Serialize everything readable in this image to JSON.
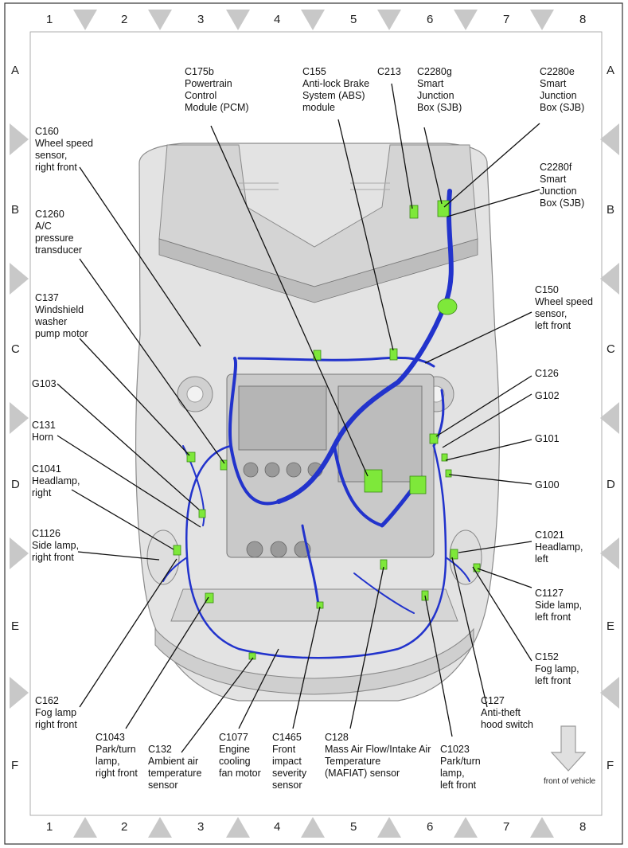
{
  "grid": {
    "columns": [
      "1",
      "2",
      "3",
      "4",
      "5",
      "6",
      "7",
      "8"
    ],
    "rows": [
      "A",
      "B",
      "C",
      "D",
      "E",
      "F"
    ]
  },
  "labels": [
    {
      "id": "c175b",
      "text": "C175b\nPowertrain\nControl\nModule (PCM)"
    },
    {
      "id": "c155",
      "text": "C155\nAnti-lock Brake\nSystem (ABS)\nmodule"
    },
    {
      "id": "c213",
      "text": "C213"
    },
    {
      "id": "c2280g",
      "text": "C2280g\nSmart\nJunction\nBox (SJB)"
    },
    {
      "id": "c2280e",
      "text": "C2280e\nSmart\nJunction\nBox (SJB)"
    },
    {
      "id": "c2280f",
      "text": "C2280f\nSmart\nJunction\nBox (SJB)"
    },
    {
      "id": "c160",
      "text": "C160\nWheel speed\nsensor,\nright front"
    },
    {
      "id": "c1260",
      "text": "C1260\nA/C\npressure\ntransducer"
    },
    {
      "id": "c137",
      "text": "C137\nWindshield\nwasher\npump motor"
    },
    {
      "id": "g103",
      "text": "G103"
    },
    {
      "id": "c131",
      "text": "C131\nHorn"
    },
    {
      "id": "c1041",
      "text": "C1041\nHeadlamp,\nright"
    },
    {
      "id": "c1126",
      "text": "C1126\nSide lamp,\nright front"
    },
    {
      "id": "c162",
      "text": "C162\nFog lamp\nright front"
    },
    {
      "id": "c1043",
      "text": "C1043\nPark/turn\nlamp,\nright front"
    },
    {
      "id": "c132",
      "text": "C132\nAmbient air\ntemperature\nsensor"
    },
    {
      "id": "c1077",
      "text": "C1077\nEngine\ncooling\nfan motor"
    },
    {
      "id": "c1465",
      "text": "C1465\nFront\nimpact\nseverity\nsensor"
    },
    {
      "id": "c128",
      "text": "C128\nMass Air Flow/Intake Air\nTemperature\n(MAFIAT) sensor"
    },
    {
      "id": "c1023",
      "text": "C1023\nPark/turn\nlamp,\nleft front"
    },
    {
      "id": "c127",
      "text": "C127\nAnti-theft\nhood switch"
    },
    {
      "id": "c152",
      "text": "C152\nFog lamp,\nleft front"
    },
    {
      "id": "c1127",
      "text": "C1127\nSide lamp,\nleft front"
    },
    {
      "id": "c1021",
      "text": "C1021\nHeadlamp,\nleft"
    },
    {
      "id": "g100",
      "text": "G100"
    },
    {
      "id": "g101",
      "text": "G101"
    },
    {
      "id": "g102",
      "text": "G102"
    },
    {
      "id": "c126",
      "text": "C126"
    },
    {
      "id": "c150",
      "text": "C150\nWheel speed\nsensor,\nleft front"
    }
  ],
  "legend": {
    "front_of_vehicle": "front of vehicle",
    "arrow_icon": "down-arrow-icon"
  },
  "colors": {
    "harness": "#2233cc",
    "connector": "#7ee83a",
    "body": "#dcdcdc",
    "body_dark": "#a9a9a9",
    "grid_triangle": "#c8c8c8"
  }
}
